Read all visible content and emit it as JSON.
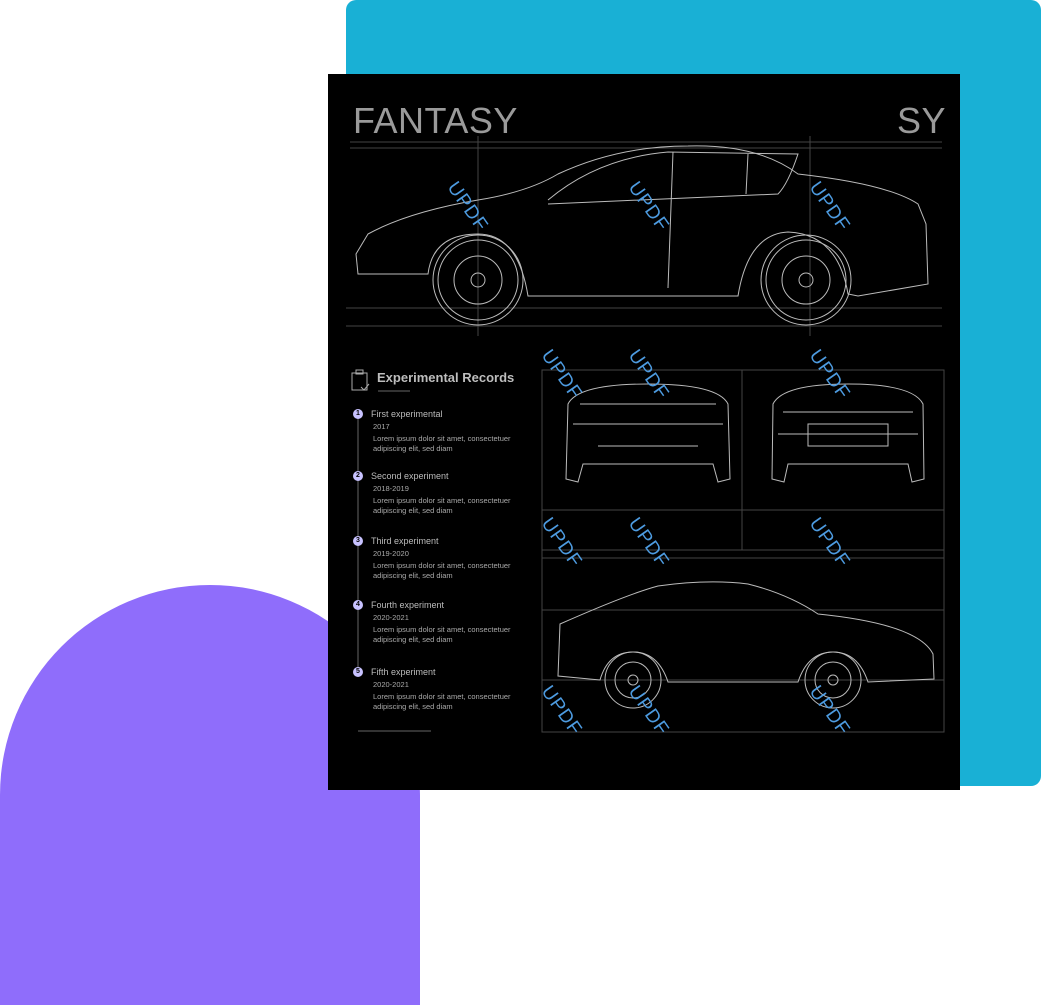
{
  "document": {
    "title_left": "FANTASY",
    "title_right": "SY",
    "watermark": "UPDF",
    "records": {
      "heading": "Experimental Records",
      "items": [
        {
          "num": "1",
          "title": "First experimental",
          "years": "2017",
          "desc": "Lorem ipsum dolor sit amet, consectetuer adipiscing elit, sed diam"
        },
        {
          "num": "2",
          "title": "Second experiment",
          "years": "2018-2019",
          "desc": "Lorem ipsum dolor sit amet, consectetuer adipiscing elit, sed diam"
        },
        {
          "num": "3",
          "title": "Third experiment",
          "years": "2019-2020",
          "desc": "Lorem ipsum dolor sit amet, consectetuer adipiscing elit, sed diam"
        },
        {
          "num": "4",
          "title": "Fourth experiment",
          "years": "2020-2021",
          "desc": "Lorem ipsum dolor sit amet, consectetuer adipiscing elit, sed diam"
        },
        {
          "num": "5",
          "title": "Fifth experiment",
          "years": "2020-2021",
          "desc": "Lorem ipsum dolor sit amet, consectetuer adipiscing elit, sed diam"
        }
      ]
    }
  },
  "colors": {
    "teal": "#19b0d5",
    "purple": "#8f6dfb",
    "page": "#000000",
    "watermark": "#4d9be0"
  }
}
